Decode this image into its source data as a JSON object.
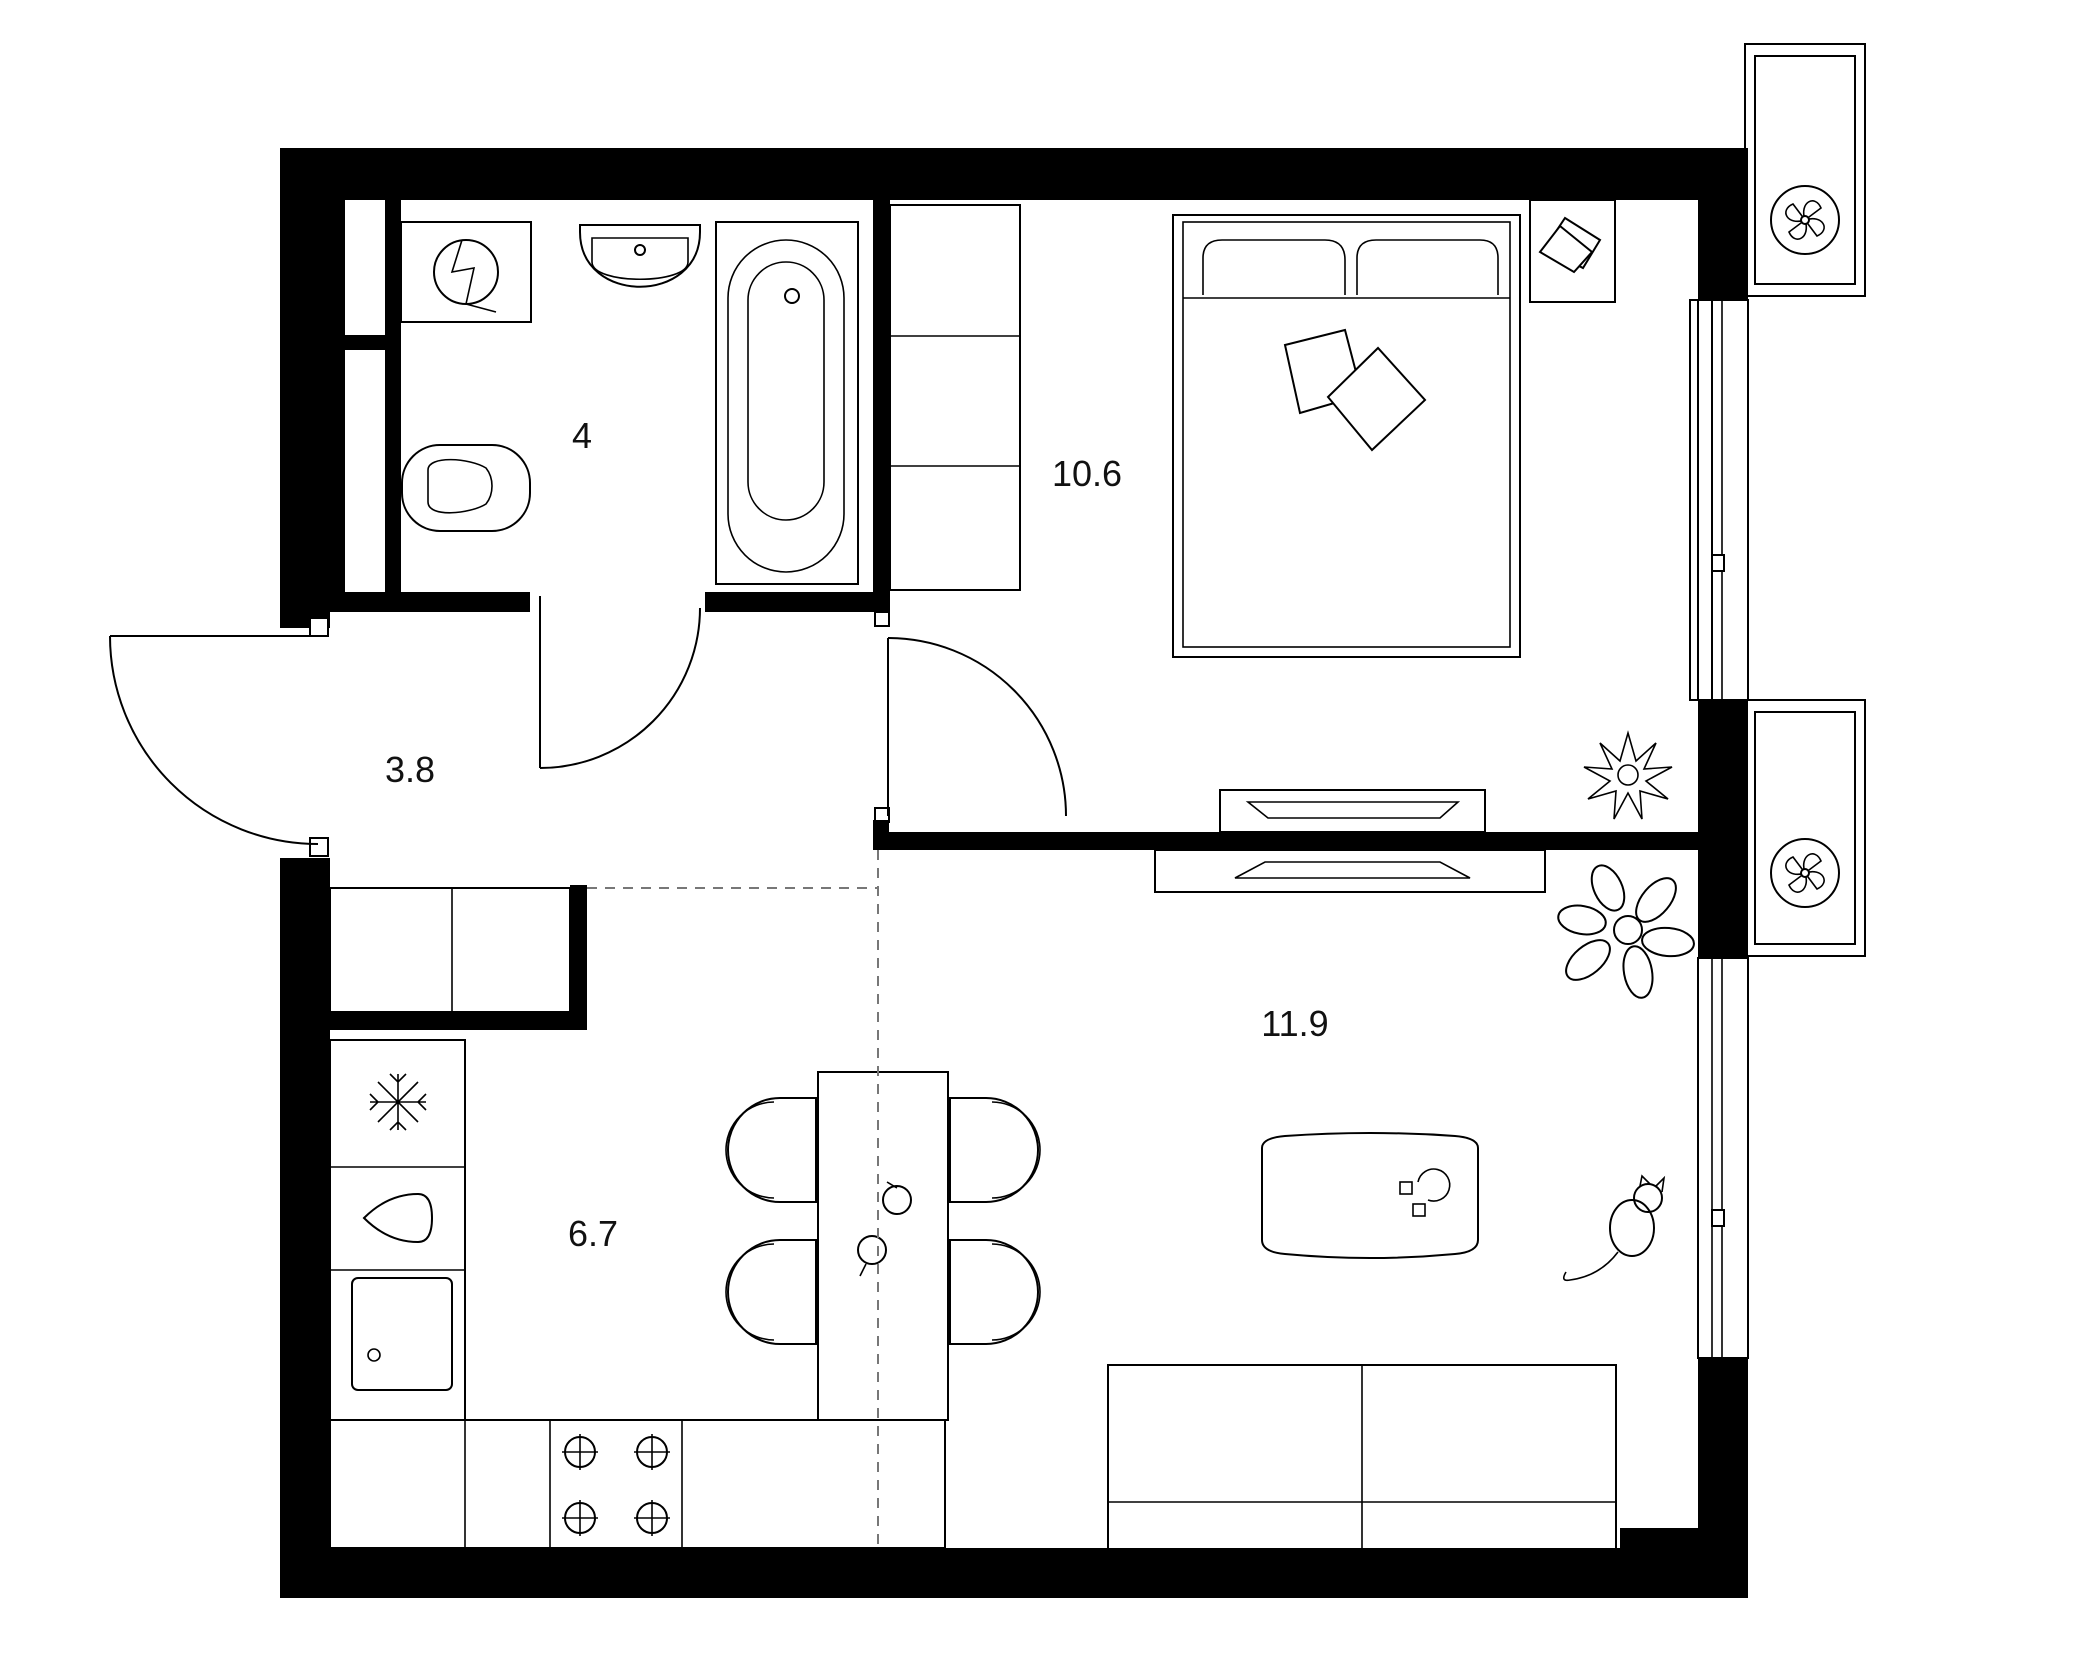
{
  "rooms": [
    {
      "id": "bathroom",
      "area": "4"
    },
    {
      "id": "bedroom",
      "area": "10.6"
    },
    {
      "id": "hallway",
      "area": "3.8"
    },
    {
      "id": "kitchen",
      "area": "6.7"
    },
    {
      "id": "living-room",
      "area": "11.9"
    }
  ],
  "colors": {
    "walls": "#000000",
    "background": "#ffffff",
    "divider": "#777777"
  }
}
